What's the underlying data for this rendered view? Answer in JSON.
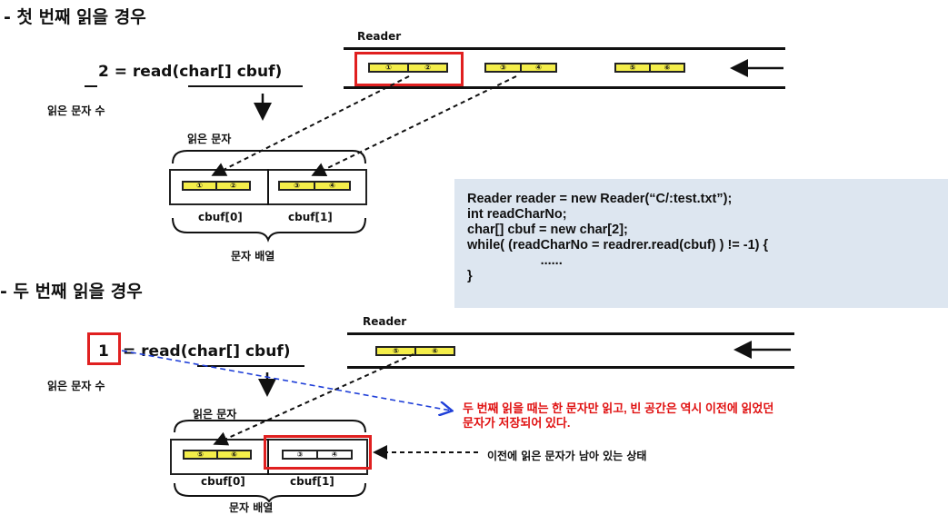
{
  "section1": {
    "heading": "- 첫 번째 읽을 경우",
    "reader_label": "Reader",
    "call_text": "2 = read(char[] cbuf)",
    "count_label": "읽은 문자 수",
    "read_chars_label": "읽은 문자",
    "cbuf0_label": "cbuf[0]",
    "cbuf1_label": "cbuf[1]",
    "array_label": "문자 배열"
  },
  "section2": {
    "heading": "- 두 번째 읽을 경우",
    "reader_label": "Reader",
    "count_value": "1",
    "call_text": "= read(char[] cbuf)",
    "count_label": "읽은 문자 수",
    "read_chars_label": "읽은 문자",
    "cbuf0_label": "cbuf[0]",
    "cbuf1_label": "cbuf[1]",
    "array_label": "문자 배열",
    "leftover_label": "이전에 읽은 문자가 남아 있는 상태",
    "note_line1": "두 번째 읽을 때는 한 문자만 읽고, 빈 공간은 역시 이전에 읽었던",
    "note_line2": "문자가 저장되어 있다."
  },
  "glyphs": {
    "c1": "①",
    "c2": "②",
    "c3": "③",
    "c4": "④",
    "c5": "⑤",
    "c6": "⑥"
  },
  "code": {
    "line1": "Reader reader = new Reader(“C/:test.txt”);",
    "line2": "int readCharNo;",
    "line3": "char[] cbuf = new char[2];",
    "line4": "while( (readCharNo = readrer.read(cbuf) ) != -1) {",
    "line5": "                    ......",
    "line6": "}"
  },
  "colors": {
    "highlight": "#e02020",
    "cell_fill": "#f4ee4a",
    "code_bg": "#dde6f0",
    "blue_arrow": "#1f3fd8",
    "note_text": "#e01010"
  }
}
